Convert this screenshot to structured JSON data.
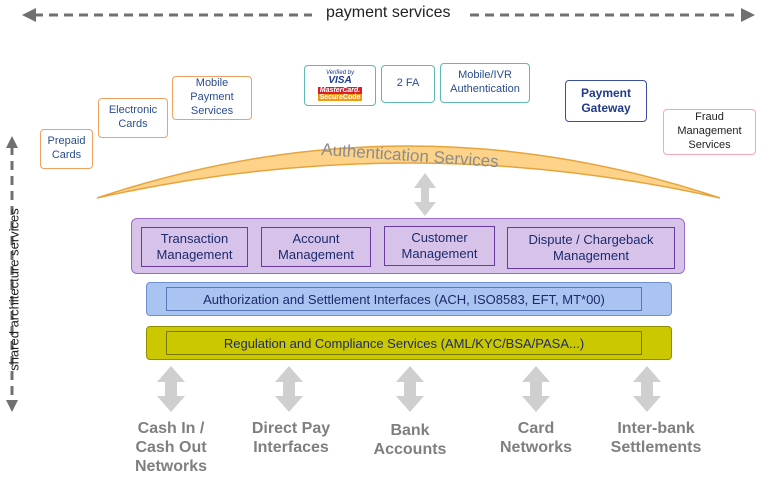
{
  "top_label": "payment services",
  "side_label": "shared architecture services",
  "channels": [
    {
      "label": "Prepaid\nCards"
    },
    {
      "label": "Electronic\nCards"
    },
    {
      "label": "Mobile\nPayment\nServices"
    }
  ],
  "verified_logo": {
    "line1": "Verified by",
    "line2": "VISA",
    "line3": "MasterCard.",
    "line4": "SecureCode"
  },
  "auth_methods": [
    {
      "label": "2 FA"
    },
    {
      "label": "Mobile/IVR\nAuthentication"
    }
  ],
  "payment_gateway": "Payment\nGateway",
  "fraud_management": "Fraud\nManagement\nServices",
  "auth_services": "Authentication Services",
  "management_modules": [
    {
      "label": "Transaction\nManagement"
    },
    {
      "label": "Account\nManagement"
    },
    {
      "label": "Customer\nManagement"
    },
    {
      "label": "Dispute / Chargeback\nManagement"
    }
  ],
  "authorization_layer": "Authorization and Settlement Interfaces (ACH, ISO8583, EFT, MT*00)",
  "regulation_layer": "Regulation and Compliance Services (AML/KYC/BSA/PASA...)",
  "networks": [
    {
      "label": "Cash In /\nCash Out\nNetworks"
    },
    {
      "label": "Direct Pay\nInterfaces"
    },
    {
      "label": "Bank\nAccounts"
    },
    {
      "label": "Card\nNetworks"
    },
    {
      "label": "Inter-bank\nSettlements"
    }
  ],
  "colors": {
    "arch_fill": "#fcd389",
    "arch_stroke": "#e8a43c",
    "mgmt_fill": "#d7c3ea",
    "auth_layer_fill": "#a9c4f0",
    "reg_layer_fill": "#cbc800",
    "network_text": "#7f7f7f"
  }
}
